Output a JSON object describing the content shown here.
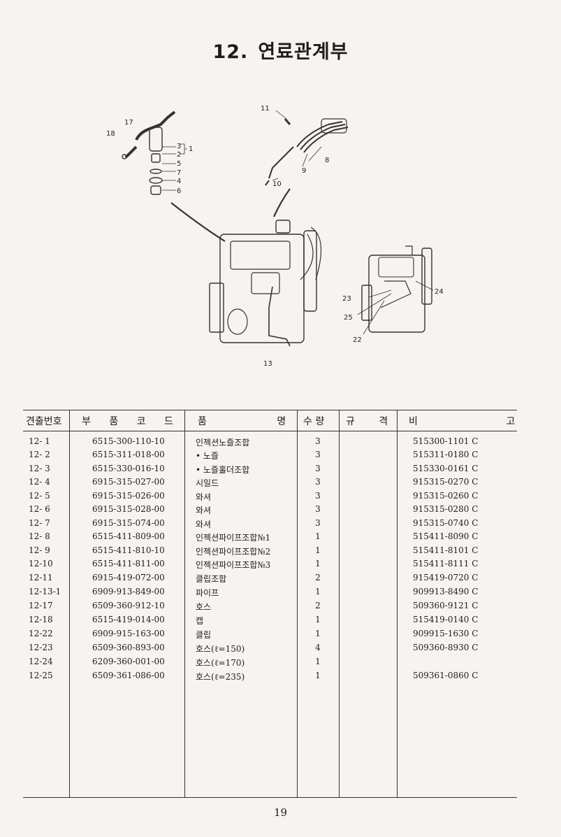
{
  "page": {
    "title_number": "12.",
    "title_text": "연료관계부",
    "page_number": "19"
  },
  "diagram": {
    "callouts": [
      "1",
      "2",
      "3",
      "4",
      "5",
      "6",
      "7",
      "8",
      "9",
      "10",
      "11",
      "13",
      "17",
      "18",
      "22",
      "23",
      "24",
      "25"
    ]
  },
  "table": {
    "headers": {
      "no": "견출번호",
      "code": "부 품 코 드",
      "name": "품 명",
      "qty": "수 량",
      "spec": "규 격",
      "note": "비 고"
    },
    "rows": [
      {
        "no": "12- 1",
        "code": "6515-300-110-10",
        "name": "인젝션노즐조합",
        "qty": "3",
        "note": "515300-1101 C"
      },
      {
        "no": "12- 2",
        "code": "6515-311-018-00",
        "name": "• 노즐",
        "qty": "3",
        "note": "515311-0180 C"
      },
      {
        "no": "12- 3",
        "code": "6515-330-016-10",
        "name": "• 노즐홀더조합",
        "qty": "3",
        "note": "515330-0161 C"
      },
      {
        "no": "12- 4",
        "code": "6915-315-027-00",
        "name": "시일드",
        "qty": "3",
        "note": "915315-0270 C"
      },
      {
        "no": "12- 5",
        "code": "6915-315-026-00",
        "name": "와셔",
        "qty": "3",
        "note": "915315-0260 C"
      },
      {
        "no": "12- 6",
        "code": "6915-315-028-00",
        "name": "와셔",
        "qty": "3",
        "note": "915315-0280 C"
      },
      {
        "no": "12- 7",
        "code": "6915-315-074-00",
        "name": "와셔",
        "qty": "3",
        "note": "915315-0740 C"
      },
      {
        "no": "12- 8",
        "code": "6515-411-809-00",
        "name": "인젝션파이프조합№1",
        "qty": "1",
        "note": "515411-8090 C"
      },
      {
        "no": "12- 9",
        "code": "6515-411-810-10",
        "name": "인젝션파이프조합№2",
        "qty": "1",
        "note": "515411-8101 C"
      },
      {
        "no": "12-10",
        "code": "6515-411-811-00",
        "name": "인젝션파이프조합№3",
        "qty": "1",
        "note": "515411-8111 C"
      },
      {
        "no": "12-11",
        "code": "6915-419-072-00",
        "name": "클립조합",
        "qty": "2",
        "note": "915419-0720 C"
      },
      {
        "no": "12-13-1",
        "code": "6909-913-849-00",
        "name": "파이프",
        "qty": "1",
        "note": "909913-8490 C"
      },
      {
        "no": "12-17",
        "code": "6509-360-912-10",
        "name": "호스",
        "qty": "2",
        "note": "509360-9121 C"
      },
      {
        "no": "12-18",
        "code": "6515-419-014-00",
        "name": "캡",
        "qty": "1",
        "note": "515419-0140 C"
      },
      {
        "no": "12-22",
        "code": "6909-915-163-00",
        "name": "클립",
        "qty": "1",
        "note": "909915-1630 C"
      },
      {
        "no": "12-23",
        "code": "6509-360-893-00",
        "name": "호스(ℓ=150)",
        "qty": "4",
        "note": "509360-8930 C"
      },
      {
        "no": "12-24",
        "code": "6209-360-001-00",
        "name": "호스(ℓ=170)",
        "qty": "1",
        "note": ""
      },
      {
        "no": "12-25",
        "code": "6509-361-086-00",
        "name": "호스(ℓ=235)",
        "qty": "1",
        "note": "509361-0860 C"
      }
    ]
  }
}
